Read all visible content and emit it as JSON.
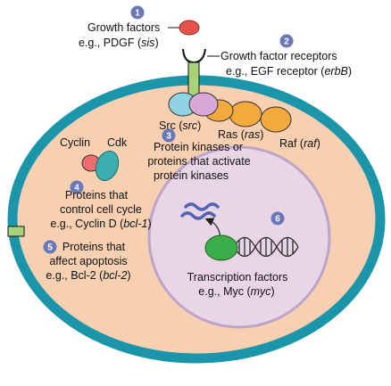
{
  "colors": {
    "cell_fill": "#f7cfb1",
    "membrane": "#1b95a9",
    "nucleus_fill": "#e8d5e6",
    "nucleus_border": "#bca5c9",
    "badge": "#6b78b8",
    "growth_factor": "#e5534b",
    "receptor": "#a9d37a",
    "src": "#8fd3e4",
    "ras": "#d9a8d8",
    "raf": "#f4a93c",
    "cyclin": "#ef6d70",
    "cdk": "#3aaeb0",
    "rna": "#5463b4",
    "tf": "#3cae49"
  },
  "labels": {
    "b1": "1",
    "growth_factors": "Growth factors",
    "pdgf_prefix": "e.g., PDGF (",
    "pdgf_gene": "sis",
    "pdgf_suffix": ")",
    "b2": "2",
    "receptors": "Growth factor receptors",
    "egf_prefix": "e.g., EGF receptor (",
    "egf_gene": "erbB",
    "egf_suffix": ")",
    "src_prefix": "Src (",
    "src_gene": "src",
    "src_suffix": ")",
    "ras_prefix": "Ras (",
    "ras_gene": "ras",
    "ras_suffix": ")",
    "raf_prefix": "Raf (",
    "raf_gene": "raf",
    "raf_suffix": ")",
    "b3": "3",
    "kinase_line1": "Protein kinases or",
    "kinase_line2": "proteins that activate",
    "kinase_line3": "protein kinases",
    "cyclin": "Cyclin",
    "cdk": "Cdk",
    "b4": "4",
    "cc_line1": "Proteins that",
    "cc_line2": "control cell cycle",
    "cc_line3_prefix": "e.g., Cyclin D (",
    "cc_line3_gene": "bcl-1",
    "cc_line3_suffix": ")",
    "b5": "5",
    "apo_line1": "Proteins that",
    "apo_line2": "affect apoptosis",
    "apo_line3_prefix": "e.g., Bcl-2 (",
    "apo_line3_gene": "bcl-2",
    "apo_line3_suffix": ")",
    "b6": "6",
    "tf_line1": "Transcription factors",
    "tf_line2_prefix": "e.g., Myc (",
    "tf_line2_gene": "myc",
    "tf_line2_suffix": ")"
  }
}
